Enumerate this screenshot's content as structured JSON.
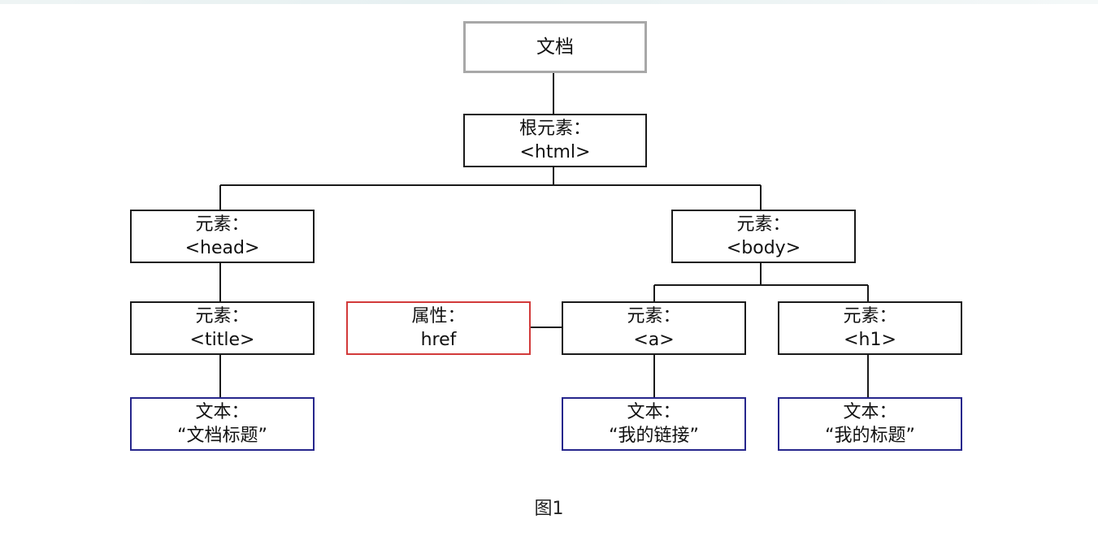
{
  "tree": {
    "document": {
      "line1": "文档"
    },
    "root": {
      "line1": "根元素：",
      "line2": "<html>"
    },
    "head": {
      "line1": "元素：",
      "line2": "<head>"
    },
    "body": {
      "line1": "元素：",
      "line2": "<body>"
    },
    "title": {
      "line1": "元素：",
      "line2": "<title>"
    },
    "attr_href": {
      "line1": "属性：",
      "line2": "href"
    },
    "a": {
      "line1": "元素：",
      "line2": "<a>"
    },
    "h1": {
      "line1": "元素：",
      "line2": "<h1>"
    },
    "text_title": {
      "line1": "文本：",
      "line2": "“文档标题”"
    },
    "text_a": {
      "line1": "文本：",
      "line2": "“我的链接”"
    },
    "text_h1": {
      "line1": "文本：",
      "line2": "“我的标题”"
    }
  },
  "colors": {
    "element_border": "#1a1a1a",
    "document_border": "#a8a8a8",
    "attribute_border": "#d23a3a",
    "text_border": "#26268c"
  },
  "caption": "图1"
}
